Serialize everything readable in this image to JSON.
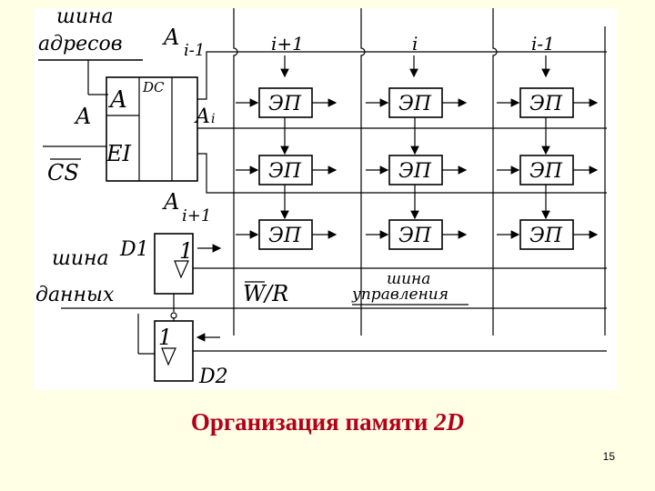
{
  "slide": {
    "title_text": "Организация памяти ",
    "title_italic": "2D",
    "page_number": "15",
    "title_color": "#b3001b",
    "background_color": "#ffffe6"
  },
  "diagram": {
    "address_bus_label_1": "шина",
    "address_bus_label_2": "адресов",
    "data_bus_label_1": "шина",
    "data_bus_label_2": "данных",
    "control_bus_label_1": "шина",
    "control_bus_label_2": "управления",
    "decoder": {
      "input_label": "A",
      "dc_label": "DC",
      "enable_label": "EI",
      "address_in": "A",
      "cs_label": "CS"
    },
    "rows": [
      {
        "label": "A",
        "sub": "i-1"
      },
      {
        "label": "A",
        "sub": "i"
      },
      {
        "label": "A",
        "sub": "i+1"
      }
    ],
    "columns": [
      "i+1",
      "i",
      "i-1"
    ],
    "cell_label": "ЭП",
    "buffer_in_label": "1",
    "buffer_out_label": "1",
    "driver_d1": "D1",
    "driver_d2": "D2",
    "wr_w": "W",
    "wr_r": "/R"
  }
}
